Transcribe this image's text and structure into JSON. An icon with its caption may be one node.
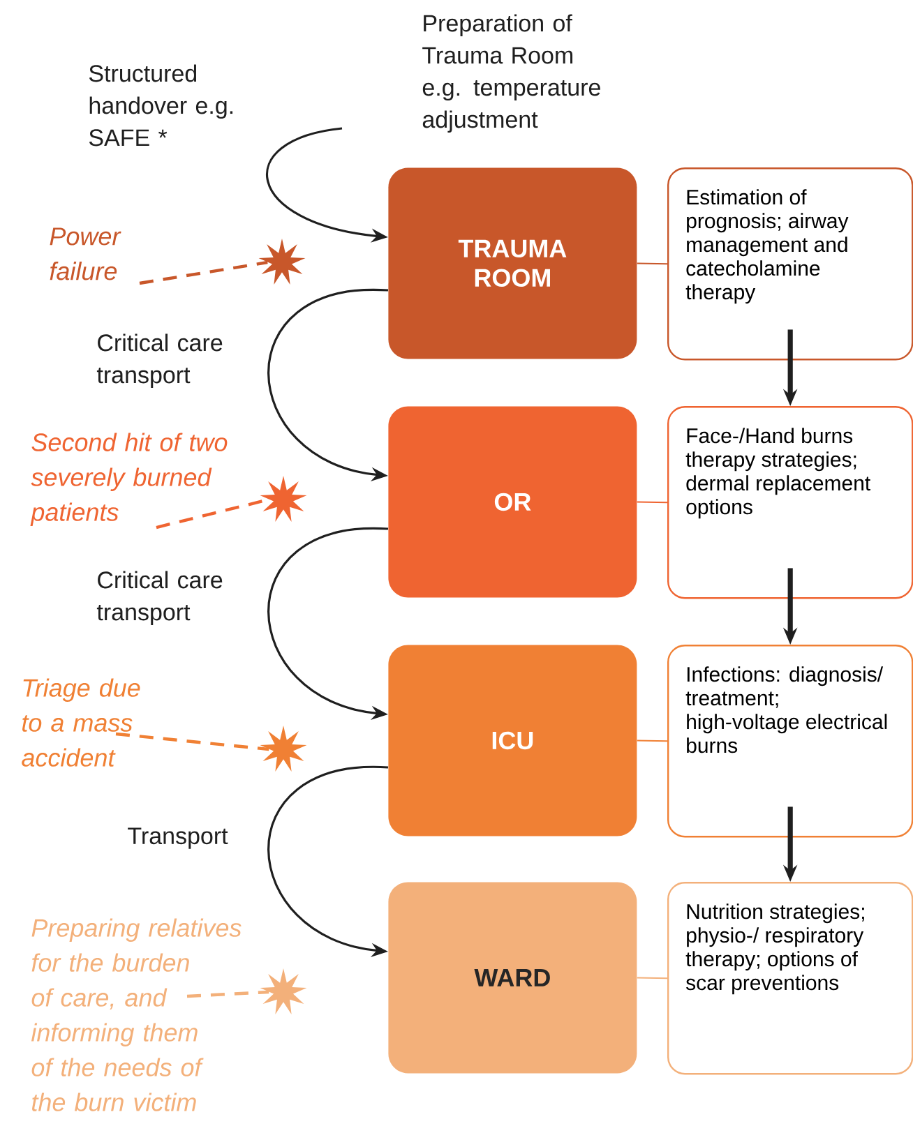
{
  "diagram": {
    "nodes": [
      {
        "text": [
          "TRAUMA ROOM"
        ]
      },
      {
        "text": [
          "Estimation of prognosis; airway management and catecholamine therapy"
        ]
      },
      {
        "text": [
          "OR"
        ]
      },
      {
        "text": [
          "Face-/Hand burns therapy strategies; dermal replacement options"
        ]
      },
      {
        "text": [
          "ICU"
        ]
      },
      {
        "text": [
          "Infections: diagnosis/ treatment; high-voltage electrical burns"
        ]
      },
      {
        "text": [
          "WARD"
        ]
      },
      {
        "text": [
          "Nutrition strategies; physio-/ respiratory therapy; options of scar preventions"
        ]
      },
      {
        "text": [
          "Power failure"
        ]
      },
      {
        "text": [],
        "shape": "star"
      },
      {
        "text": [
          "Second hit of two severely burned patients"
        ]
      },
      {
        "text": [],
        "shape": "star"
      },
      {
        "text": [
          "Triage due to a mass accident"
        ]
      },
      {
        "text": [],
        "shape": "star"
      },
      {
        "text": [
          "Preparing relatives for the burden of care, and informing them of the needs of the burn victim"
        ]
      },
      {
        "text": [],
        "shape": "star"
      }
    ],
    "edges": [
      {
        "from": null,
        "to": 0,
        "arrow": "to",
        "label": "Structured handover e.g. SAFE *"
      },
      {
        "from": 0,
        "to": 2,
        "arrow": "to",
        "label": "Critical care transport"
      },
      {
        "from": 2,
        "to": 4,
        "arrow": "to",
        "label": "Critical care transport"
      },
      {
        "from": 4,
        "to": 6,
        "arrow": "to",
        "label": "Transport"
      },
      {
        "from": 0,
        "to": 1,
        "arrow": "none",
        "color": "#c8572a"
      },
      {
        "from": 2,
        "to": 3,
        "arrow": "none",
        "color": "#ef6431"
      },
      {
        "from": 4,
        "to": 5,
        "arrow": "none",
        "color": "#f08034"
      },
      {
        "from": 6,
        "to": 7,
        "arrow": "none",
        "color": "#f3b07a"
      },
      {
        "from": 1,
        "to": 3,
        "arrow": "to",
        "style": "thick"
      },
      {
        "from": 3,
        "to": 5,
        "arrow": "to",
        "style": "thick"
      },
      {
        "from": 5,
        "to": 7,
        "arrow": "to",
        "style": "thick"
      },
      {
        "from": 8,
        "to": 9,
        "arrow": "none",
        "style": "dashed",
        "color": "#c8572a"
      },
      {
        "from": 10,
        "to": 11,
        "arrow": "none",
        "style": "dashed",
        "color": "#ef6431"
      },
      {
        "from": 12,
        "to": 13,
        "arrow": "none",
        "style": "dashed",
        "color": "#f08034"
      },
      {
        "from": 14,
        "to": 15,
        "arrow": "none",
        "style": "dashed",
        "color": "#f3b07a"
      }
    ],
    "labels": [
      "Preparation of Trauma Room e.g. temperature adjustment"
    ]
  }
}
